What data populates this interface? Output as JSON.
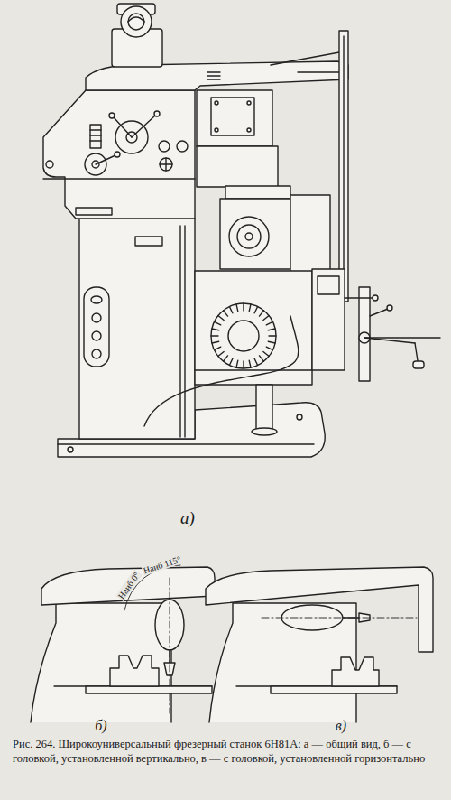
{
  "diagram": {
    "caption": "Рис. 264. Широкоуниверсальный фрезерный станок 6Н81А: а — общий вид, б — с головкой, установленной вертикально, в — с головкой, установленной горизонтально",
    "labels": [
      "а)",
      "Наиб 0°",
      "Наиб 115°",
      "б)",
      "в)"
    ]
  }
}
